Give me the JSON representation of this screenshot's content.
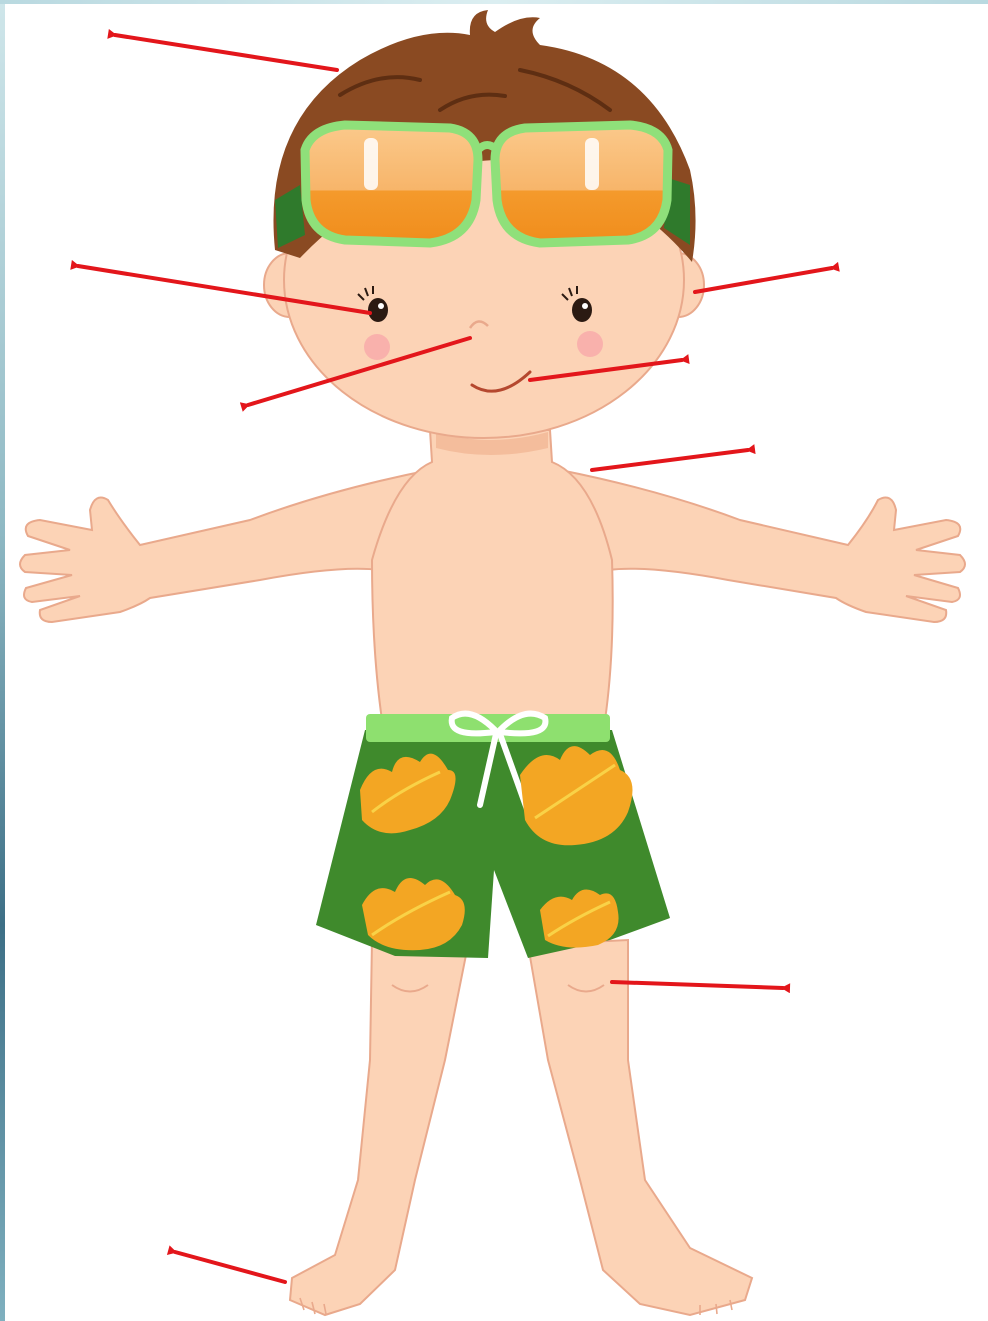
{
  "diagram": {
    "kind": "body-parts-labeling-worksheet",
    "figure": "cartoon-boy-in-swim-trunks",
    "label_arrows": [
      {
        "id": "hair",
        "points_from": "hair",
        "direction": "left"
      },
      {
        "id": "eye",
        "points_from": "eye",
        "direction": "left"
      },
      {
        "id": "nose",
        "points_from": "nose",
        "direction": "left"
      },
      {
        "id": "ear",
        "points_from": "ear",
        "direction": "right"
      },
      {
        "id": "mouth",
        "points_from": "mouth",
        "direction": "right"
      },
      {
        "id": "shoulder",
        "points_from": "shoulder",
        "direction": "right"
      },
      {
        "id": "knee",
        "points_from": "knee",
        "direction": "right"
      },
      {
        "id": "foot",
        "points_from": "foot",
        "direction": "left"
      }
    ]
  },
  "colors": {
    "arrow": "#e3161b",
    "skin": "#fcd3b6",
    "skin_outline": "#e9a98c",
    "hair": "#8a4a22",
    "hair_dark": "#5e2e12",
    "goggle_frame": "#8fe07a",
    "goggle_strap": "#2f7a2c",
    "goggle_lens": "#f6a23c",
    "trunks": "#3f8a2c",
    "trunks_waist": "#8ee06f",
    "leaf": "#f3a623",
    "leaf_light": "#f9d247",
    "drawstring": "#ffffff",
    "frame_edge": "#4c7f93"
  }
}
